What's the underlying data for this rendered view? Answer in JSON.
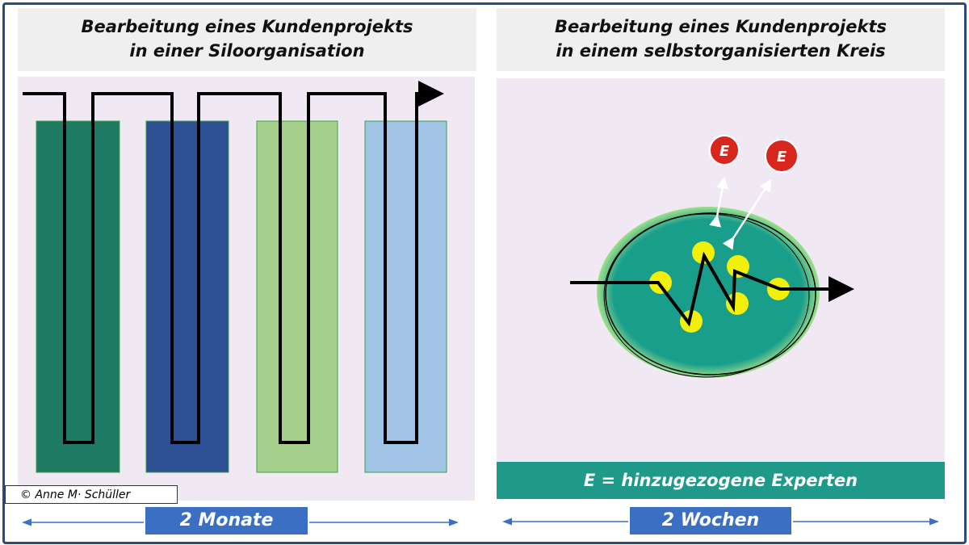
{
  "left": {
    "title_line1": "Bearbeitung eines Kundenprojekts",
    "title_line2": "in einer Siloorganisation",
    "duration": "2 Monate",
    "silo_colors": [
      "#1e7a62",
      "#2d4f93",
      "#a7cf8c",
      "#a0c3e6"
    ]
  },
  "right": {
    "title_line1": "Bearbeitung eines Kundenprojekts",
    "title_line2": "in einem selbstorganisierten Kreis",
    "expert_label": "E",
    "legend": "E = hinzugezogene Experten",
    "duration": "2 Wochen",
    "circle_color": "#1a9e8c",
    "dot_color": "#f2f00a",
    "expert_color": "#d8261c"
  },
  "copyright": "© Anne M· Schüller"
}
